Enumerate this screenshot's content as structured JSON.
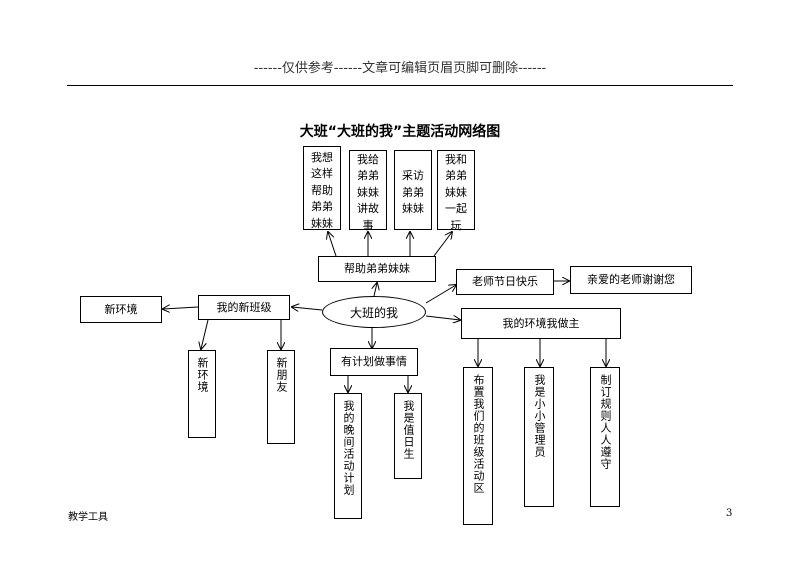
{
  "header": {
    "text": "------仅供参考------文章可编辑页眉页脚可删除------"
  },
  "title": "大班“大班的我”主题活动网络图",
  "center": "大班的我",
  "nodes": {
    "help": "帮助弟弟妹妹",
    "help_1": "我想这样帮助弟弟妹妹",
    "help_2": "我给弟弟妹妹讲故事",
    "help_3": "采访弟弟妹妹",
    "help_4": "我和弟弟妹妹一起玩",
    "teacher": "老师节日快乐",
    "teacher_1": "亲爱的老师谢谢您",
    "class": "我的新班级",
    "class_env": "新环境",
    "class_env_v": "新环境",
    "class_friends": "新朋友",
    "plan": "有计划做事情",
    "plan_1": "我的晚间活动计划",
    "plan_2": "我是值日生",
    "env": "我的环境我做主",
    "env_1": "布置我们的班级活动区",
    "env_2": "我是小小管理员",
    "env_3": "制订规则人人遵守"
  },
  "footer": {
    "left": "教学工具",
    "page": "3"
  }
}
